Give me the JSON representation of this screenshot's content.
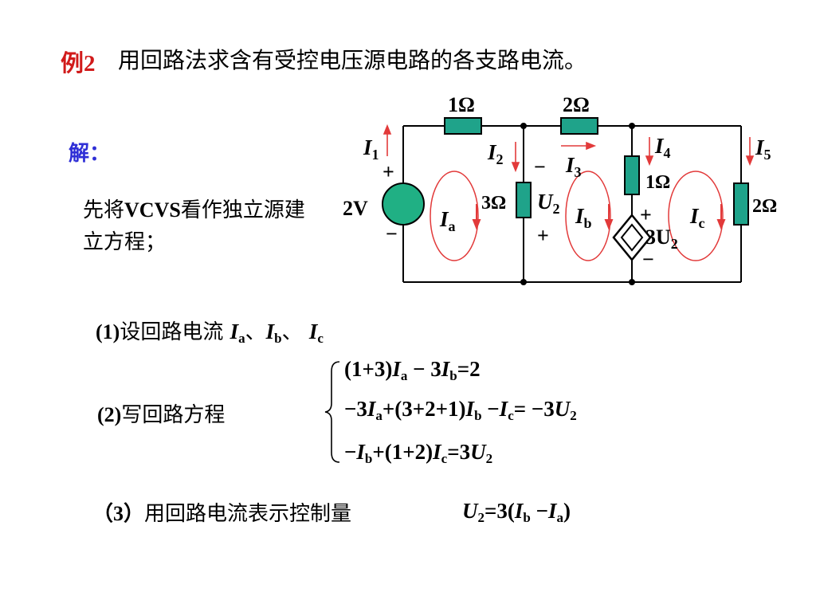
{
  "header": {
    "example_label": "例2",
    "title": "用回路法求含有受控电压源电路的各支路电流。"
  },
  "solution": {
    "label": "解：",
    "note_prefix": "先将",
    "note_bold": "VCVS",
    "note_suffix": "看作独立源建立方程；"
  },
  "circuit": {
    "r_top_left": "1Ω",
    "r_top_right": "2Ω",
    "r_mid": "3Ω",
    "r_right_1": "1Ω",
    "r_right_2": "2Ω",
    "source_voltage": "2V",
    "dep_source": "3U",
    "dep_source_sub": "2",
    "u_label": "U",
    "u_sub": "2",
    "currents": [
      {
        "sym": "I",
        "sub": "1"
      },
      {
        "sym": "I",
        "sub": "2"
      },
      {
        "sym": "I",
        "sub": "3"
      },
      {
        "sym": "I",
        "sub": "4"
      },
      {
        "sym": "I",
        "sub": "5"
      }
    ],
    "loops": [
      {
        "sym": "I",
        "sub": "a"
      },
      {
        "sym": "I",
        "sub": "b"
      },
      {
        "sym": "I",
        "sub": "c"
      }
    ],
    "plus": "+",
    "minus": "−"
  },
  "step1": {
    "num": "(1)",
    "text": "设回路电流",
    "sep1": "、",
    "sep2": "、"
  },
  "step2": {
    "num": "(2)",
    "text": "写回路方程"
  },
  "equations": {
    "eq1": {
      "p1": "(1+3)",
      "p2": " − 3",
      "p3": "=2"
    },
    "eq2": {
      "p1": "−3",
      "p2": "+(3+2+1)",
      "p3": " −",
      "p4": "= −3"
    },
    "eq3": {
      "p1": "−",
      "p2": "+(1+2)",
      "p3": "=3"
    }
  },
  "step3": {
    "num": "（3）",
    "text": "用回路电流表示控制量"
  },
  "control": {
    "p1": "=3(",
    "p2": " −",
    "p3": ")"
  },
  "colors": {
    "example_red": "#d11a1a",
    "solution_blue": "#2f2fd6",
    "resistor_fill": "#1fa38a",
    "source_fill": "#20b084",
    "loop_red": "#e23a3a"
  }
}
